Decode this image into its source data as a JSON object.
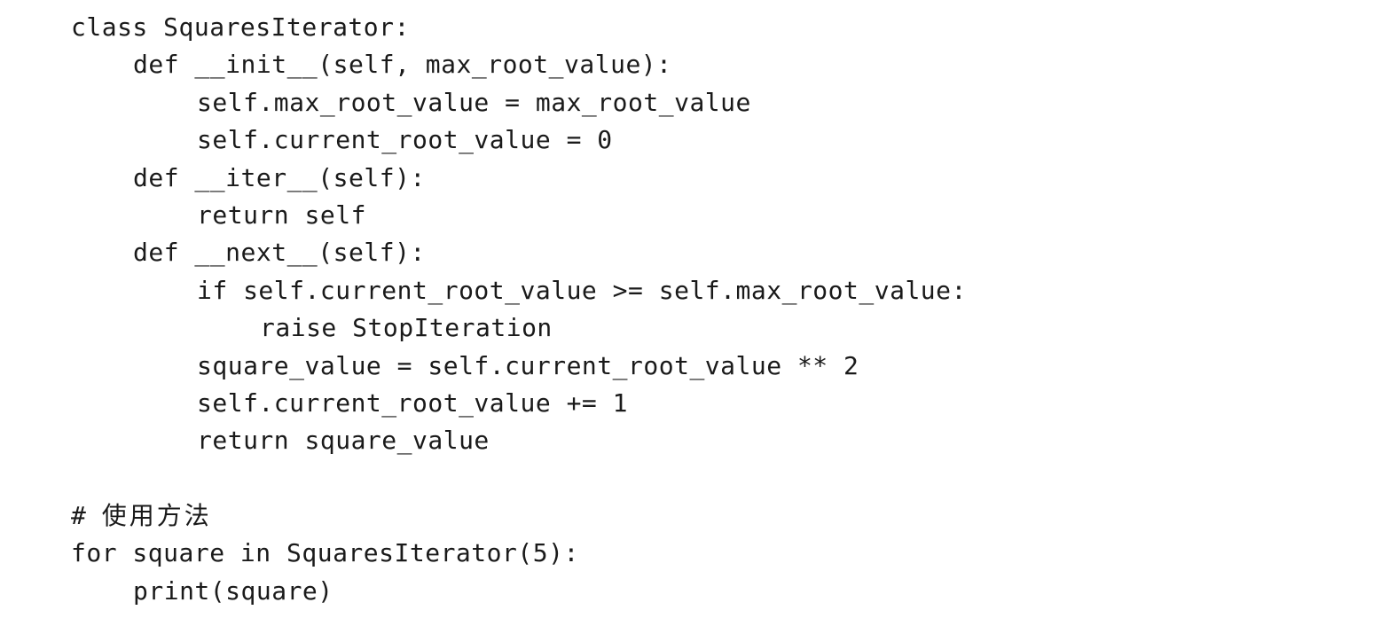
{
  "code": {
    "lines": [
      "class SquaresIterator:",
      "def __init__(self, max_root_value):",
      "self.max_root_value = max_root_value",
      "self.current_root_value = 0",
      "def __iter__(self):",
      "return self",
      "def __next__(self):",
      "if self.current_root_value >= self.max_root_value:",
      "raise StopIteration",
      "square_value = self.current_root_value ** 2",
      "self.current_root_value += 1",
      "return square_value",
      "",
      "# ",
      "for square in SquaresIterator(5):",
      "print(square)"
    ],
    "comment_text": "使用方法"
  }
}
